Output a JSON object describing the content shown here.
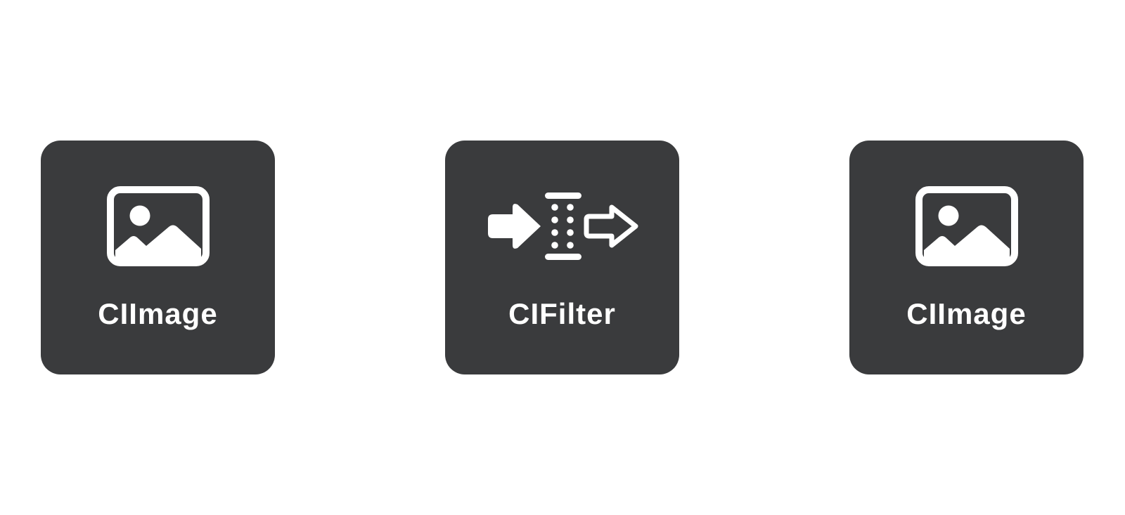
{
  "colors": {
    "background": "#ffffff",
    "card": "#3a3b3d",
    "foreground": "#ffffff"
  },
  "cards": [
    {
      "label": "CIImage",
      "icon": "photo-icon"
    },
    {
      "label": "CIFilter",
      "icon": "filter-pipeline-icon"
    },
    {
      "label": "CIImage",
      "icon": "photo-icon"
    }
  ]
}
